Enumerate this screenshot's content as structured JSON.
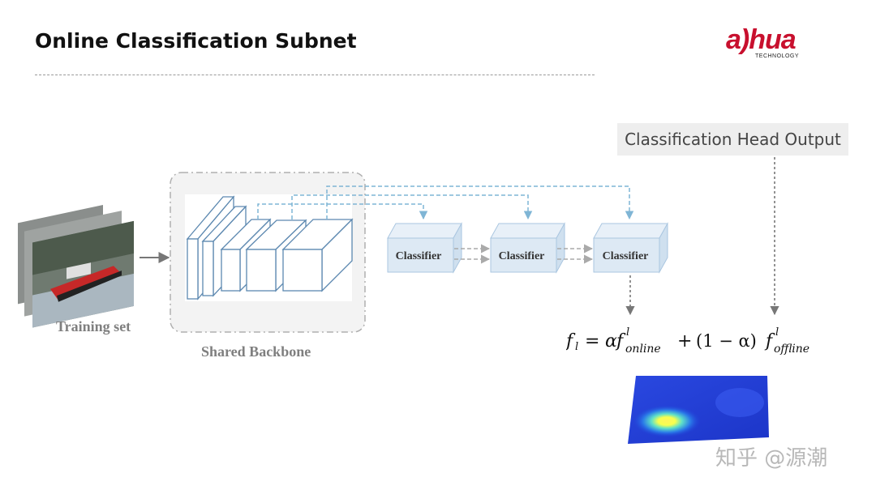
{
  "title": "Online Classification Subnet",
  "logo": {
    "brand": "a)hua",
    "sub": "TECHNOLOGY"
  },
  "head_output_label": "Classification Head Output",
  "training_label": "Training set",
  "backbone_label": "Shared Backbone",
  "classifiers": [
    "Classifier",
    "Classifier",
    "Classifier"
  ],
  "formula": {
    "lhs": "f",
    "lhs_sub": "l",
    "alpha": "α",
    "term1_sup": "l",
    "term1_sub": "online",
    "one_minus": "(1 − α)",
    "term2_sup": "l",
    "term2_sub": "offline"
  },
  "watermark": "知乎 @源潮",
  "colors": {
    "accent_dashed": "#7fb5d5",
    "classifier_fill": "#dde9f4",
    "heatmap_base": "#2040d8"
  }
}
